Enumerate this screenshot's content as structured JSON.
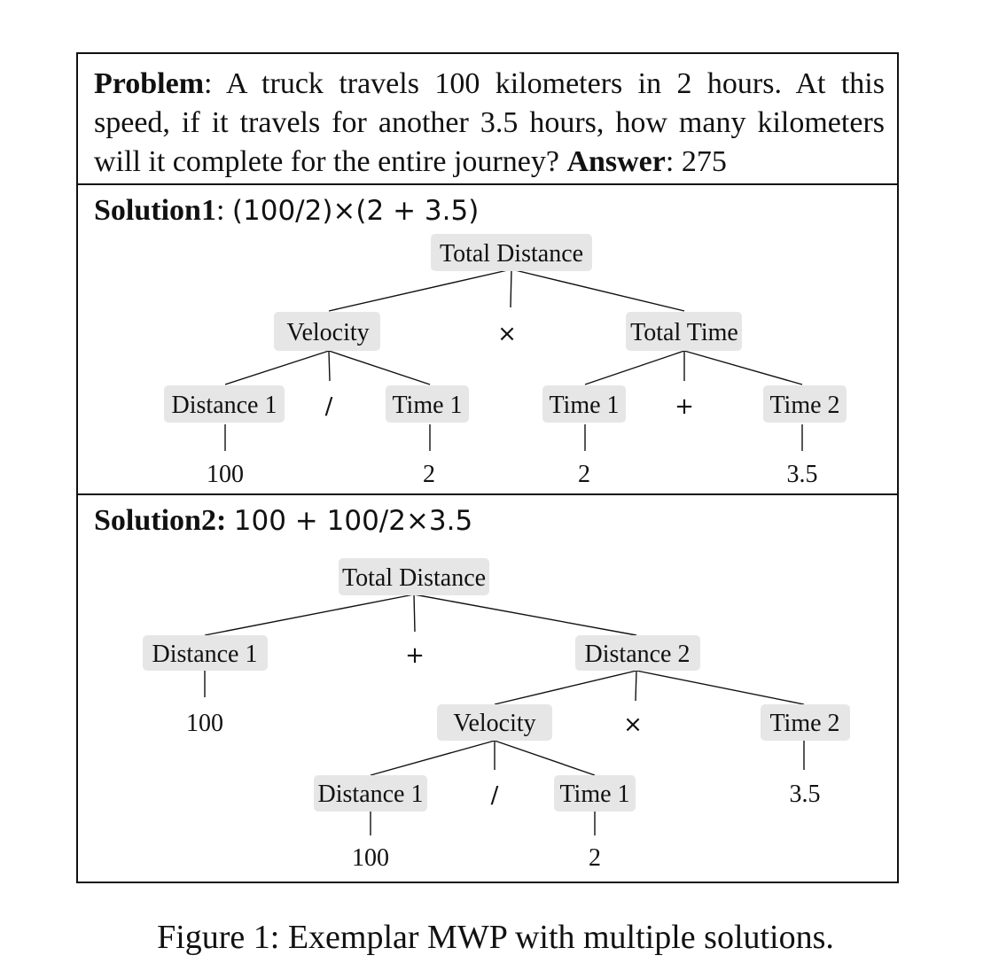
{
  "problem": {
    "label": "Problem",
    "text": ": A truck travels 100 kilometers in 2 hours. At this speed, if it travels for another 3.5 hours, how many kilometers will it complete for the entire journey? ",
    "answer_label": "Answer",
    "answer_text": ": 275"
  },
  "solution1": {
    "label": "Solution1",
    "sep": ": ",
    "formula": "(100/2)×(2 + 3.5)",
    "nodes": {
      "root": "Total Distance",
      "velocity": "Velocity",
      "op_times": "×",
      "total_time": "Total Time",
      "distance1": "Distance 1",
      "op_div": "/",
      "time1_a": "Time 1",
      "time1_b": "Time 1",
      "op_plus": "+",
      "time2": "Time 2",
      "val_100": "100",
      "val_2a": "2",
      "val_2b": "2",
      "val_35": "3.5"
    }
  },
  "solution2": {
    "label": "Solution2: ",
    "formula": "100 + 100/2×3.5",
    "nodes": {
      "root": "Total Distance",
      "distance1": "Distance 1",
      "op_plus": "+",
      "distance2": "Distance 2",
      "val_100a": "100",
      "velocity": "Velocity",
      "op_times": "×",
      "time2": "Time 2",
      "val_35": "3.5",
      "distance1b": "Distance 1",
      "op_div": "/",
      "time1": "Time 1",
      "val_100b": "100",
      "val_2": "2"
    }
  },
  "caption": "Figure 1: Exemplar MWP with multiple solutions."
}
